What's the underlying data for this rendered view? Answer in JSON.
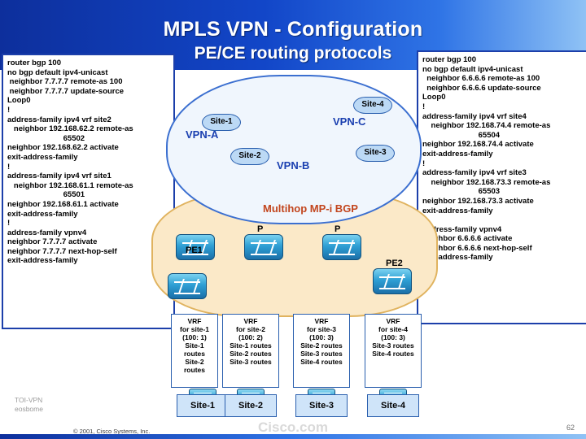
{
  "title": {
    "line1": "MPLS VPN - Configuration",
    "line2": "PE/CE routing protocols"
  },
  "config_left": "router bgp 100\nno bgp default ipv4-unicast\n neighbor 7.7.7.7 remote-as 100\n neighbor 7.7.7.7 update-source\nLoop0\n!\naddress-family ipv4 vrf site2\n   neighbor 192.168.62.2 remote-as\n                          65502\nneighbor 192.168.62.2 activate\nexit-address-family\n!\naddress-family ipv4 vrf site1\n   neighbor 192.168.61.1 remote-as\n                          65501\nneighbor 192.168.61.1 activate\nexit-address-family\n!\naddress-family vpnv4\nneighbor 7.7.7.7 activate\nneighbor 7.7.7.7 next-hop-self\nexit-address-family",
  "config_right": "router bgp 100\nno bgp default ipv4-unicast\n  neighbor 6.6.6.6 remote-as 100\n  neighbor 6.6.6.6 update-source\nLoop0\n!\naddress-family ipv4 vrf site4\n    neighbor 192.168.74.4 remote-as\n                          65504\nneighbor 192.168.74.4 activate\nexit-address-family\n!\naddress-family ipv4 vrf site3\n    neighbor 192.168.73.3 remote-as\n                          65503\nneighbor 192.168.73.3 activate\nexit-address-family\n!\naddress-family vpnv4\nneighbor 6.6.6.6 activate\nneighbor 6.6.6.6 next-hop-self\nexit-address-family",
  "diagram": {
    "sites_cloud": [
      {
        "id": "site-1-bubble",
        "label": "Site-1"
      },
      {
        "id": "site-2-bubble",
        "label": "Site-2"
      },
      {
        "id": "site-3-bubble",
        "label": "Site-3"
      },
      {
        "id": "site-4-bubble",
        "label": "Site-4"
      }
    ],
    "vpn_labels": [
      {
        "id": "vpn-a",
        "label": "VPN-A",
        "color": "#1a3fb0"
      },
      {
        "id": "vpn-b",
        "label": "VPN-B",
        "color": "#1a3fb0"
      },
      {
        "id": "vpn-c",
        "label": "VPN-C",
        "color": "#1a3fb0"
      }
    ],
    "multihop_label": "Multihop MP-i BGP",
    "routers": [
      {
        "id": "pe1",
        "label": "PE1"
      },
      {
        "id": "p-left",
        "label": "P"
      },
      {
        "id": "p-right",
        "label": "P"
      },
      {
        "id": "pe2",
        "label": "PE2"
      }
    ],
    "vrfs": [
      {
        "id": "vrf-site-1",
        "title": "VRF\nfor site-1\n(100: 1)",
        "routes": "Site-1\nroutes\nSite-2\nroutes"
      },
      {
        "id": "vrf-site-2",
        "title": "VRF\nfor site-2\n(100: 2)",
        "routes": "Site-1 routes\nSite-2 routes\nSite-3 routes"
      },
      {
        "id": "vrf-site-3",
        "title": "VRF\nfor site-3\n(100: 3)",
        "routes": "Site-2 routes\nSite-3 routes\nSite-4 routes"
      },
      {
        "id": "vrf-site-4",
        "title": "VRF\nfor site-4\n(100: 3)",
        "routes": "Site-3 routes\nSite-4 routes"
      }
    ],
    "site_boxes": [
      {
        "id": "site-1-box",
        "label": "Site-1"
      },
      {
        "id": "site-2-box",
        "label": "Site-2"
      },
      {
        "id": "site-3-box",
        "label": "Site-3"
      },
      {
        "id": "site-4-box",
        "label": "Site-4"
      }
    ]
  },
  "footer": {
    "course": "TOI-VPN",
    "module": "eosbome",
    "copyright": "© 2001, Cisco Systems, Inc.",
    "watermark": "Cisco.com",
    "page": "62"
  }
}
